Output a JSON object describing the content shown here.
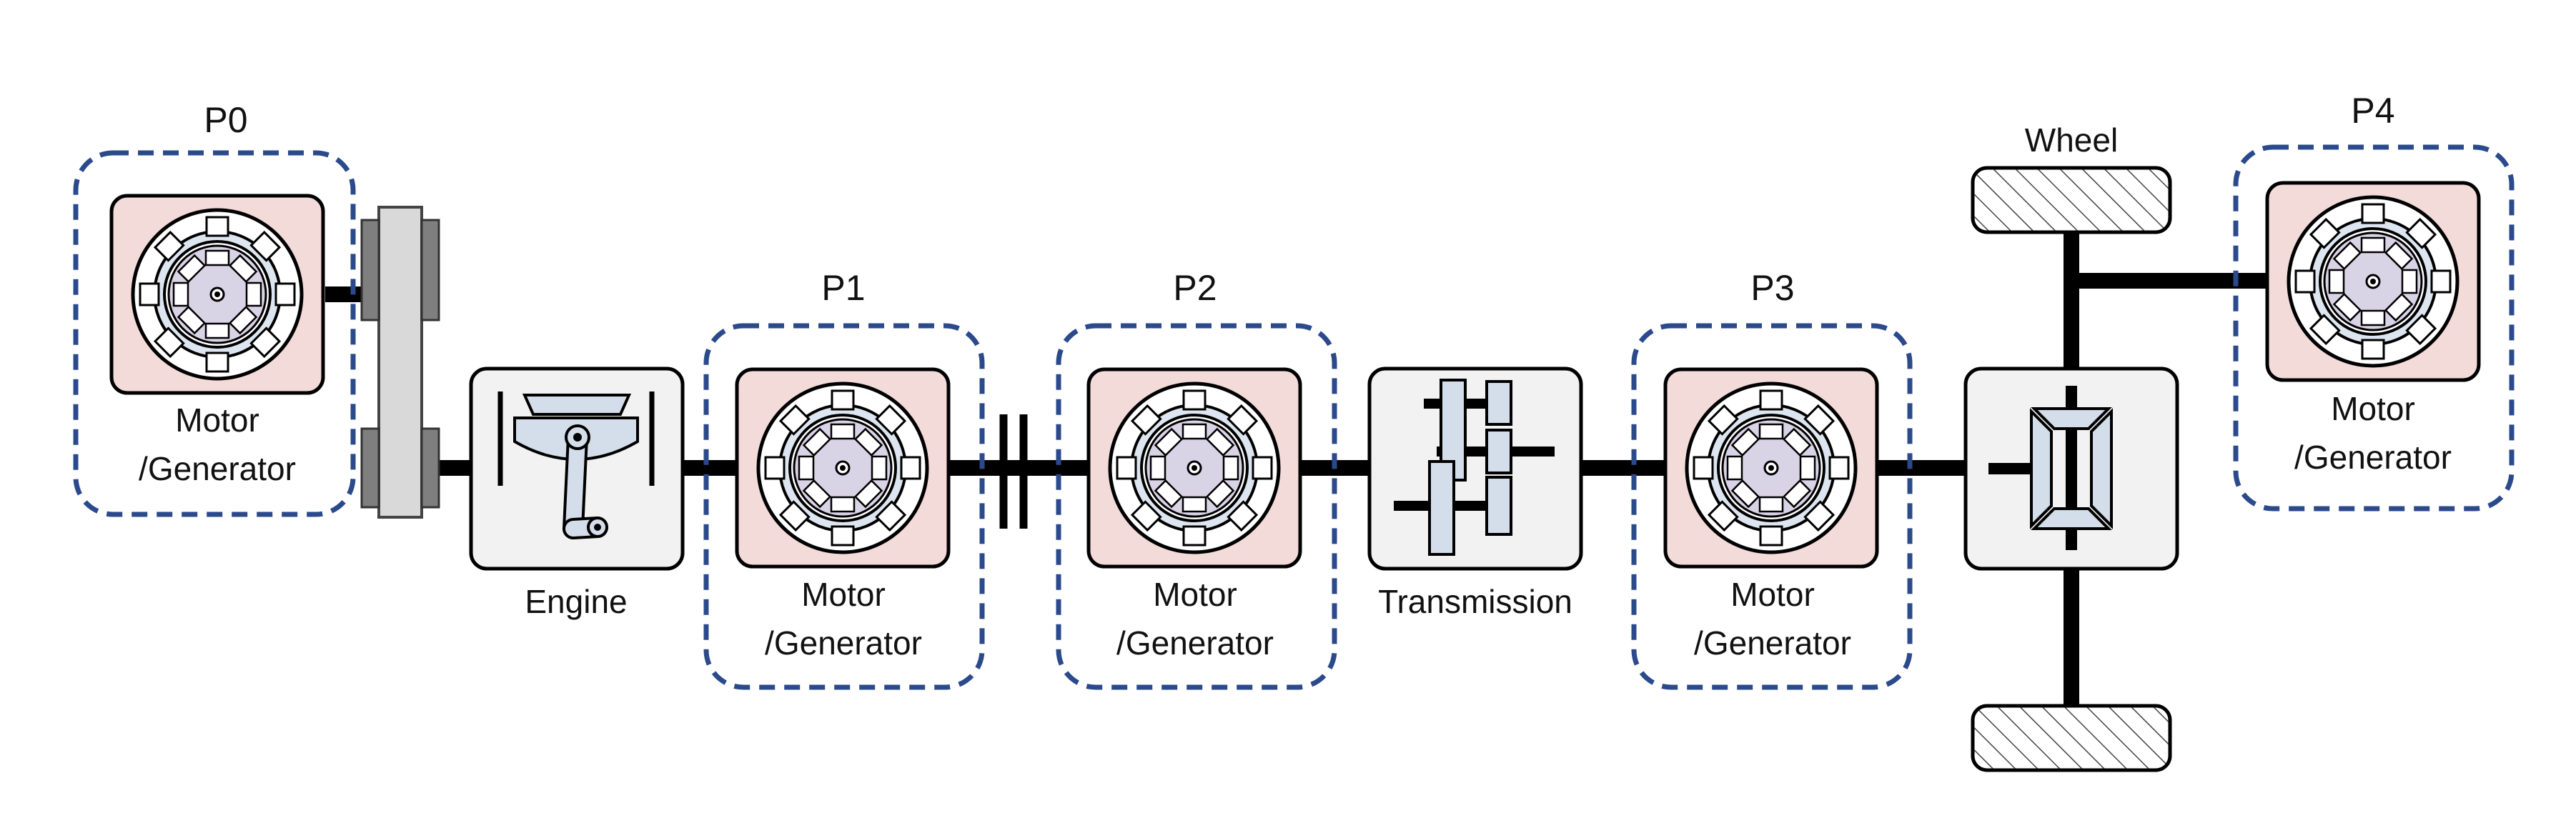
{
  "labels": {
    "p0": "P0",
    "p1": "P1",
    "p2": "P2",
    "p3": "P3",
    "p4": "P4",
    "wheel": "Wheel",
    "engine": "Engine",
    "transmission": "Transmission",
    "motor_line1": "Motor",
    "motor_line2": "/Generator"
  },
  "colors": {
    "shaft": "#000000",
    "dashed_frame": "#2b4a8b",
    "motor_box_fill": "#f3dbda",
    "component_box_fill": "#f2f2f2",
    "part_fill": "#d3deea",
    "rotor_fill": "#d9d3e6",
    "belt_fill": "#d9d9d9",
    "pulley_fill": "#7f7f7f"
  },
  "icons": [
    "motor-generator-icon",
    "engine-icon",
    "clutch-icon",
    "transmission-gears-icon",
    "differential-icon",
    "wheel-icon",
    "belt-pulley-icon"
  ]
}
